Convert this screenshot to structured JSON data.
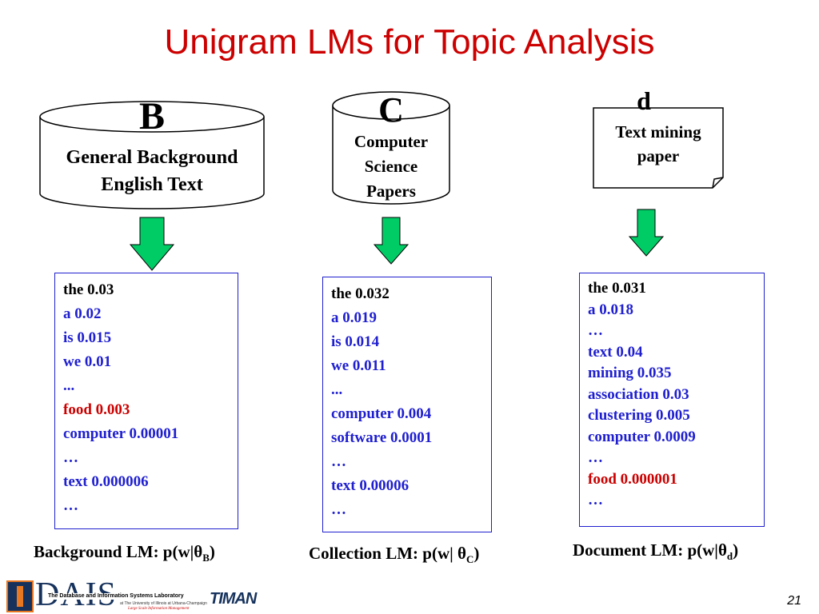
{
  "slide": {
    "title": "Unigram LMs for Topic Analysis",
    "page_number": "21",
    "colors": {
      "title": "#cc0000",
      "box_border": "#1f1fd0",
      "arrow": "#00cc66",
      "highlight_red": "#cc0000",
      "blue_text": "#1f1fd0"
    }
  },
  "sources": {
    "background": {
      "letter": "B",
      "line1": "General Background",
      "line2": "English Text"
    },
    "collection": {
      "letter": "C",
      "line1": "Computer",
      "line2": "Science",
      "line3": "Papers"
    },
    "document": {
      "letter": "d",
      "line1": "Text mining",
      "line2": "paper"
    }
  },
  "background_lm": {
    "words": [
      {
        "text": "the 0.03",
        "color": "black"
      },
      {
        "text": "a 0.02",
        "color": "blue"
      },
      {
        "text": "is 0.015",
        "color": "blue"
      },
      {
        "text": "we 0.01",
        "color": "blue"
      },
      {
        "text": "...",
        "color": "blue"
      },
      {
        "text": "food 0.003",
        "color": "red"
      },
      {
        "text": "computer 0.00001",
        "color": "blue"
      },
      {
        "text": "…",
        "color": "blue"
      },
      {
        "text": "text  0.000006",
        "color": "blue"
      },
      {
        "text": "…",
        "color": "blue"
      }
    ],
    "caption_prefix": "Background LM: p(w|",
    "caption_symbol": "θ",
    "caption_sub": "B",
    "caption_suffix": ")"
  },
  "collection_lm": {
    "words": [
      {
        "text": "the 0.032",
        "color": "black"
      },
      {
        "text": "a 0.019",
        "color": "blue"
      },
      {
        "text": "is 0.014",
        "color": "blue"
      },
      {
        "text": "we 0.011",
        "color": "blue"
      },
      {
        "text": "...",
        "color": "blue"
      },
      {
        "text": "computer 0.004",
        "color": "blue"
      },
      {
        "text": "software 0.0001",
        "color": "blue"
      },
      {
        "text": "…",
        "color": "blue"
      },
      {
        "text": "text  0.00006",
        "color": "blue"
      },
      {
        "text": "…",
        "color": "blue"
      }
    ],
    "caption_prefix": "Collection LM: p(w| ",
    "caption_symbol": "θ",
    "caption_sub": "C",
    "caption_suffix": ")"
  },
  "document_lm": {
    "words": [
      {
        "text": "the 0.031",
        "color": "black"
      },
      {
        "text": "a 0.018",
        "color": "blue"
      },
      {
        "text": "…",
        "color": "blue"
      },
      {
        "text": "text  0.04",
        "color": "blue"
      },
      {
        "text": "mining 0.035",
        "color": "blue"
      },
      {
        "text": "association 0.03",
        "color": "blue"
      },
      {
        "text": "clustering 0.005",
        "color": "blue"
      },
      {
        "text": "computer 0.0009",
        "color": "blue"
      },
      {
        "text": "…",
        "color": "blue"
      },
      {
        "text": "food 0.000001",
        "color": "red"
      },
      {
        "text": "…",
        "color": "blue"
      }
    ],
    "caption_prefix": "Document LM: p(w|",
    "caption_symbol": "θ",
    "caption_sub": "d",
    "caption_suffix": ")"
  },
  "footer": {
    "logo_letters": "DAIS",
    "lab_name": "The Database and Information Systems Laboratory",
    "lab_sub": "at The University of Illinois at Urbana-Champaign",
    "lab_tagline": "Large Scale Information Management",
    "timan": "TIMAN"
  }
}
